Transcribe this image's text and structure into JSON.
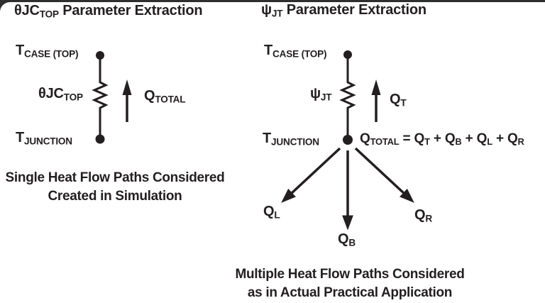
{
  "page": {
    "background_color": "#ffffff",
    "frame_color": "#2e2e2e",
    "ink_color": "#231f20"
  },
  "left_panel": {
    "title": {
      "pre": "θJC",
      "sub": "TOP",
      "post": " Parameter Extraction"
    },
    "t_case": {
      "main": "T",
      "sub": "CASE (TOP)"
    },
    "resistor_label": {
      "pre": "θJC",
      "sub": "TOP"
    },
    "q_total": {
      "main": "Q",
      "sub": "TOTAL"
    },
    "t_junction": {
      "main": "T",
      "sub": "JUNCTION"
    },
    "caption_line1": "Single Heat Flow Paths Considered",
    "caption_line2": "Created in Simulation"
  },
  "right_panel": {
    "title": {
      "pre": "ψ",
      "sub": "JT",
      "post": " Parameter Extraction"
    },
    "t_case": {
      "main": "T",
      "sub": "CASE (TOP)"
    },
    "resistor_label": {
      "pre": "ψ",
      "sub": "JT"
    },
    "q_t": {
      "main": "Q",
      "sub": "T"
    },
    "t_junction": {
      "main": "T",
      "sub": "JUNCTION"
    },
    "equation": {
      "parts": [
        {
          "main": "Q",
          "sub": "TOTAL"
        },
        {
          "op": " = "
        },
        {
          "main": "Q",
          "sub": "T"
        },
        {
          "op": " + "
        },
        {
          "main": "Q",
          "sub": "B"
        },
        {
          "op": " + "
        },
        {
          "main": "Q",
          "sub": "L"
        },
        {
          "op": " + "
        },
        {
          "main": "Q",
          "sub": "R"
        }
      ]
    },
    "q_l": {
      "main": "Q",
      "sub": "L"
    },
    "q_b": {
      "main": "Q",
      "sub": "B"
    },
    "q_r": {
      "main": "Q",
      "sub": "R"
    },
    "caption_line1": "Multiple Heat Flow Paths Considered",
    "caption_line2": "as in Actual Practical Application"
  }
}
